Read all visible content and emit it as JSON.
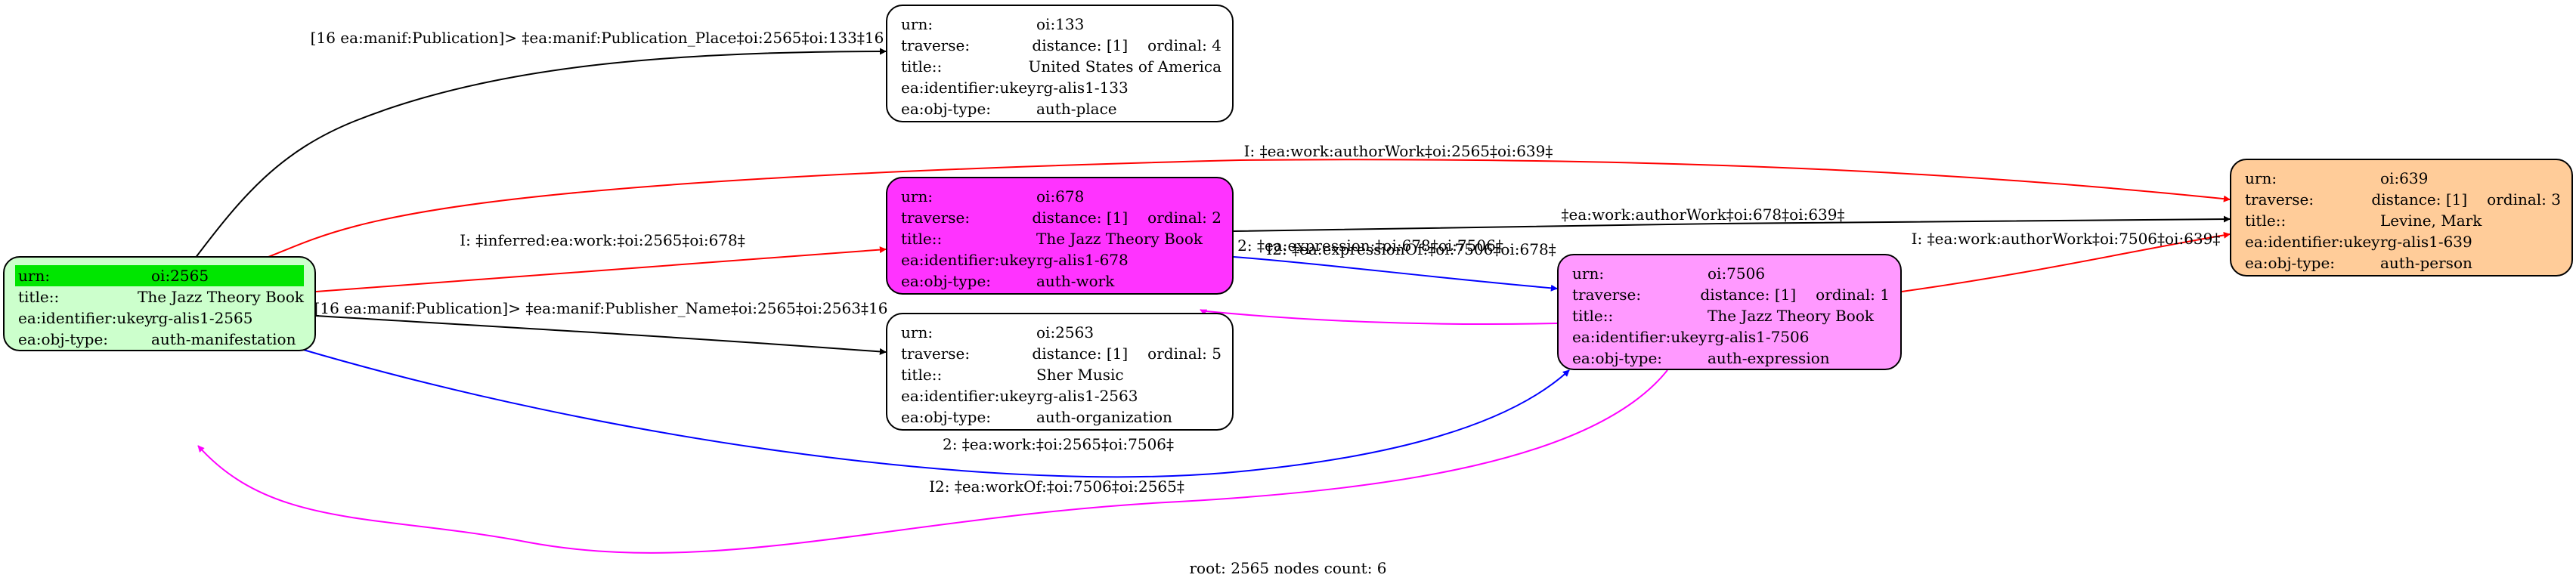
{
  "nodes": {
    "n2565": {
      "fill": "#ccffcc",
      "rows": [
        {
          "k": "urn:",
          "v": "oi:2565"
        },
        {
          "k": "title::",
          "v": "The Jazz Theory Book"
        },
        {
          "k": "ea:identifier:ukey",
          "v": "rg-alis1-2565"
        },
        {
          "k": "ea:obj-type:",
          "v": "auth-manifestation"
        }
      ]
    },
    "n133": {
      "fill": "#ffffff",
      "rows": [
        {
          "k": "urn:",
          "v": "oi:133"
        },
        {
          "k": "traverse:",
          "v": "distance: [1]",
          "o": "ordinal: 4"
        },
        {
          "k": "title::",
          "v": "United States of America"
        },
        {
          "k": "ea:identifier:ukey",
          "v": "rg-alis1-133"
        },
        {
          "k": "ea:obj-type:",
          "v": "auth-place"
        }
      ]
    },
    "n678": {
      "fill": "#ff33ff",
      "rows": [
        {
          "k": "urn:",
          "v": "oi:678"
        },
        {
          "k": "traverse:",
          "v": "distance: [1]",
          "o": "ordinal: 2"
        },
        {
          "k": "title::",
          "v": "The Jazz Theory Book"
        },
        {
          "k": "ea:identifier:ukey",
          "v": "rg-alis1-678"
        },
        {
          "k": "ea:obj-type:",
          "v": "auth-work"
        }
      ]
    },
    "n2563": {
      "fill": "#ffffff",
      "rows": [
        {
          "k": "urn:",
          "v": "oi:2563"
        },
        {
          "k": "traverse:",
          "v": "distance: [1]",
          "o": "ordinal: 5"
        },
        {
          "k": "title::",
          "v": "Sher Music"
        },
        {
          "k": "ea:identifier:ukey",
          "v": "rg-alis1-2563"
        },
        {
          "k": "ea:obj-type:",
          "v": "auth-organization"
        }
      ]
    },
    "n7506": {
      "fill": "#ff99ff",
      "rows": [
        {
          "k": "urn:",
          "v": "oi:7506"
        },
        {
          "k": "traverse:",
          "v": "distance: [1]",
          "o": "ordinal: 1"
        },
        {
          "k": "title::",
          "v": "The Jazz Theory Book"
        },
        {
          "k": "ea:identifier:ukey",
          "v": "rg-alis1-7506"
        },
        {
          "k": "ea:obj-type:",
          "v": "auth-expression"
        }
      ]
    },
    "n639": {
      "fill": "#ffcc99",
      "rows": [
        {
          "k": "urn:",
          "v": "oi:639"
        },
        {
          "k": "traverse:",
          "v": "distance: [1]",
          "o": "ordinal: 3"
        },
        {
          "k": "title::",
          "v": "Levine, Mark"
        },
        {
          "k": "ea:identifier:ukey",
          "v": "rg-alis1-639"
        },
        {
          "k": "ea:obj-type:",
          "v": "auth-person"
        }
      ]
    }
  },
  "edges": {
    "e_place": {
      "label": "[16 ea:manif:Publication]> ‡ea:manif:Publication_Place‡oi:2565‡oi:133‡16",
      "color": "#000000"
    },
    "e_author_639": {
      "label": "I: ‡ea:work:authorWork‡oi:2565‡oi:639‡",
      "color": "#ff0000"
    },
    "e_inferred_work": {
      "label": "I: ‡inferred:ea:work:‡oi:2565‡oi:678‡",
      "color": "#ff0000"
    },
    "e_work_author": {
      "label": "‡ea:work:authorWork‡oi:678‡oi:639‡",
      "color": "#000000"
    },
    "e_expression": {
      "label": "2: ‡ea:expression:‡oi:678‡oi:7506‡",
      "color": "#0000ff"
    },
    "e_expression_of": {
      "label": "I2: ‡ea:expressionOf:‡oi:7506‡oi:678‡",
      "color": "#ff00ff"
    },
    "e_author_7506": {
      "label": "I: ‡ea:work:authorWork‡oi:7506‡oi:639‡",
      "color": "#ff0000"
    },
    "e_publisher": {
      "label": "[16 ea:manif:Publication]> ‡ea:manif:Publisher_Name‡oi:2565‡oi:2563‡16",
      "color": "#000000"
    },
    "e_work_7506": {
      "label": "2: ‡ea:work:‡oi:2565‡oi:7506‡",
      "color": "#0000ff"
    },
    "e_work_of": {
      "label": "I2: ‡ea:workOf:‡oi:7506‡oi:2565‡",
      "color": "#ff00ff"
    }
  },
  "footer": "root: 2565 nodes count: 6"
}
